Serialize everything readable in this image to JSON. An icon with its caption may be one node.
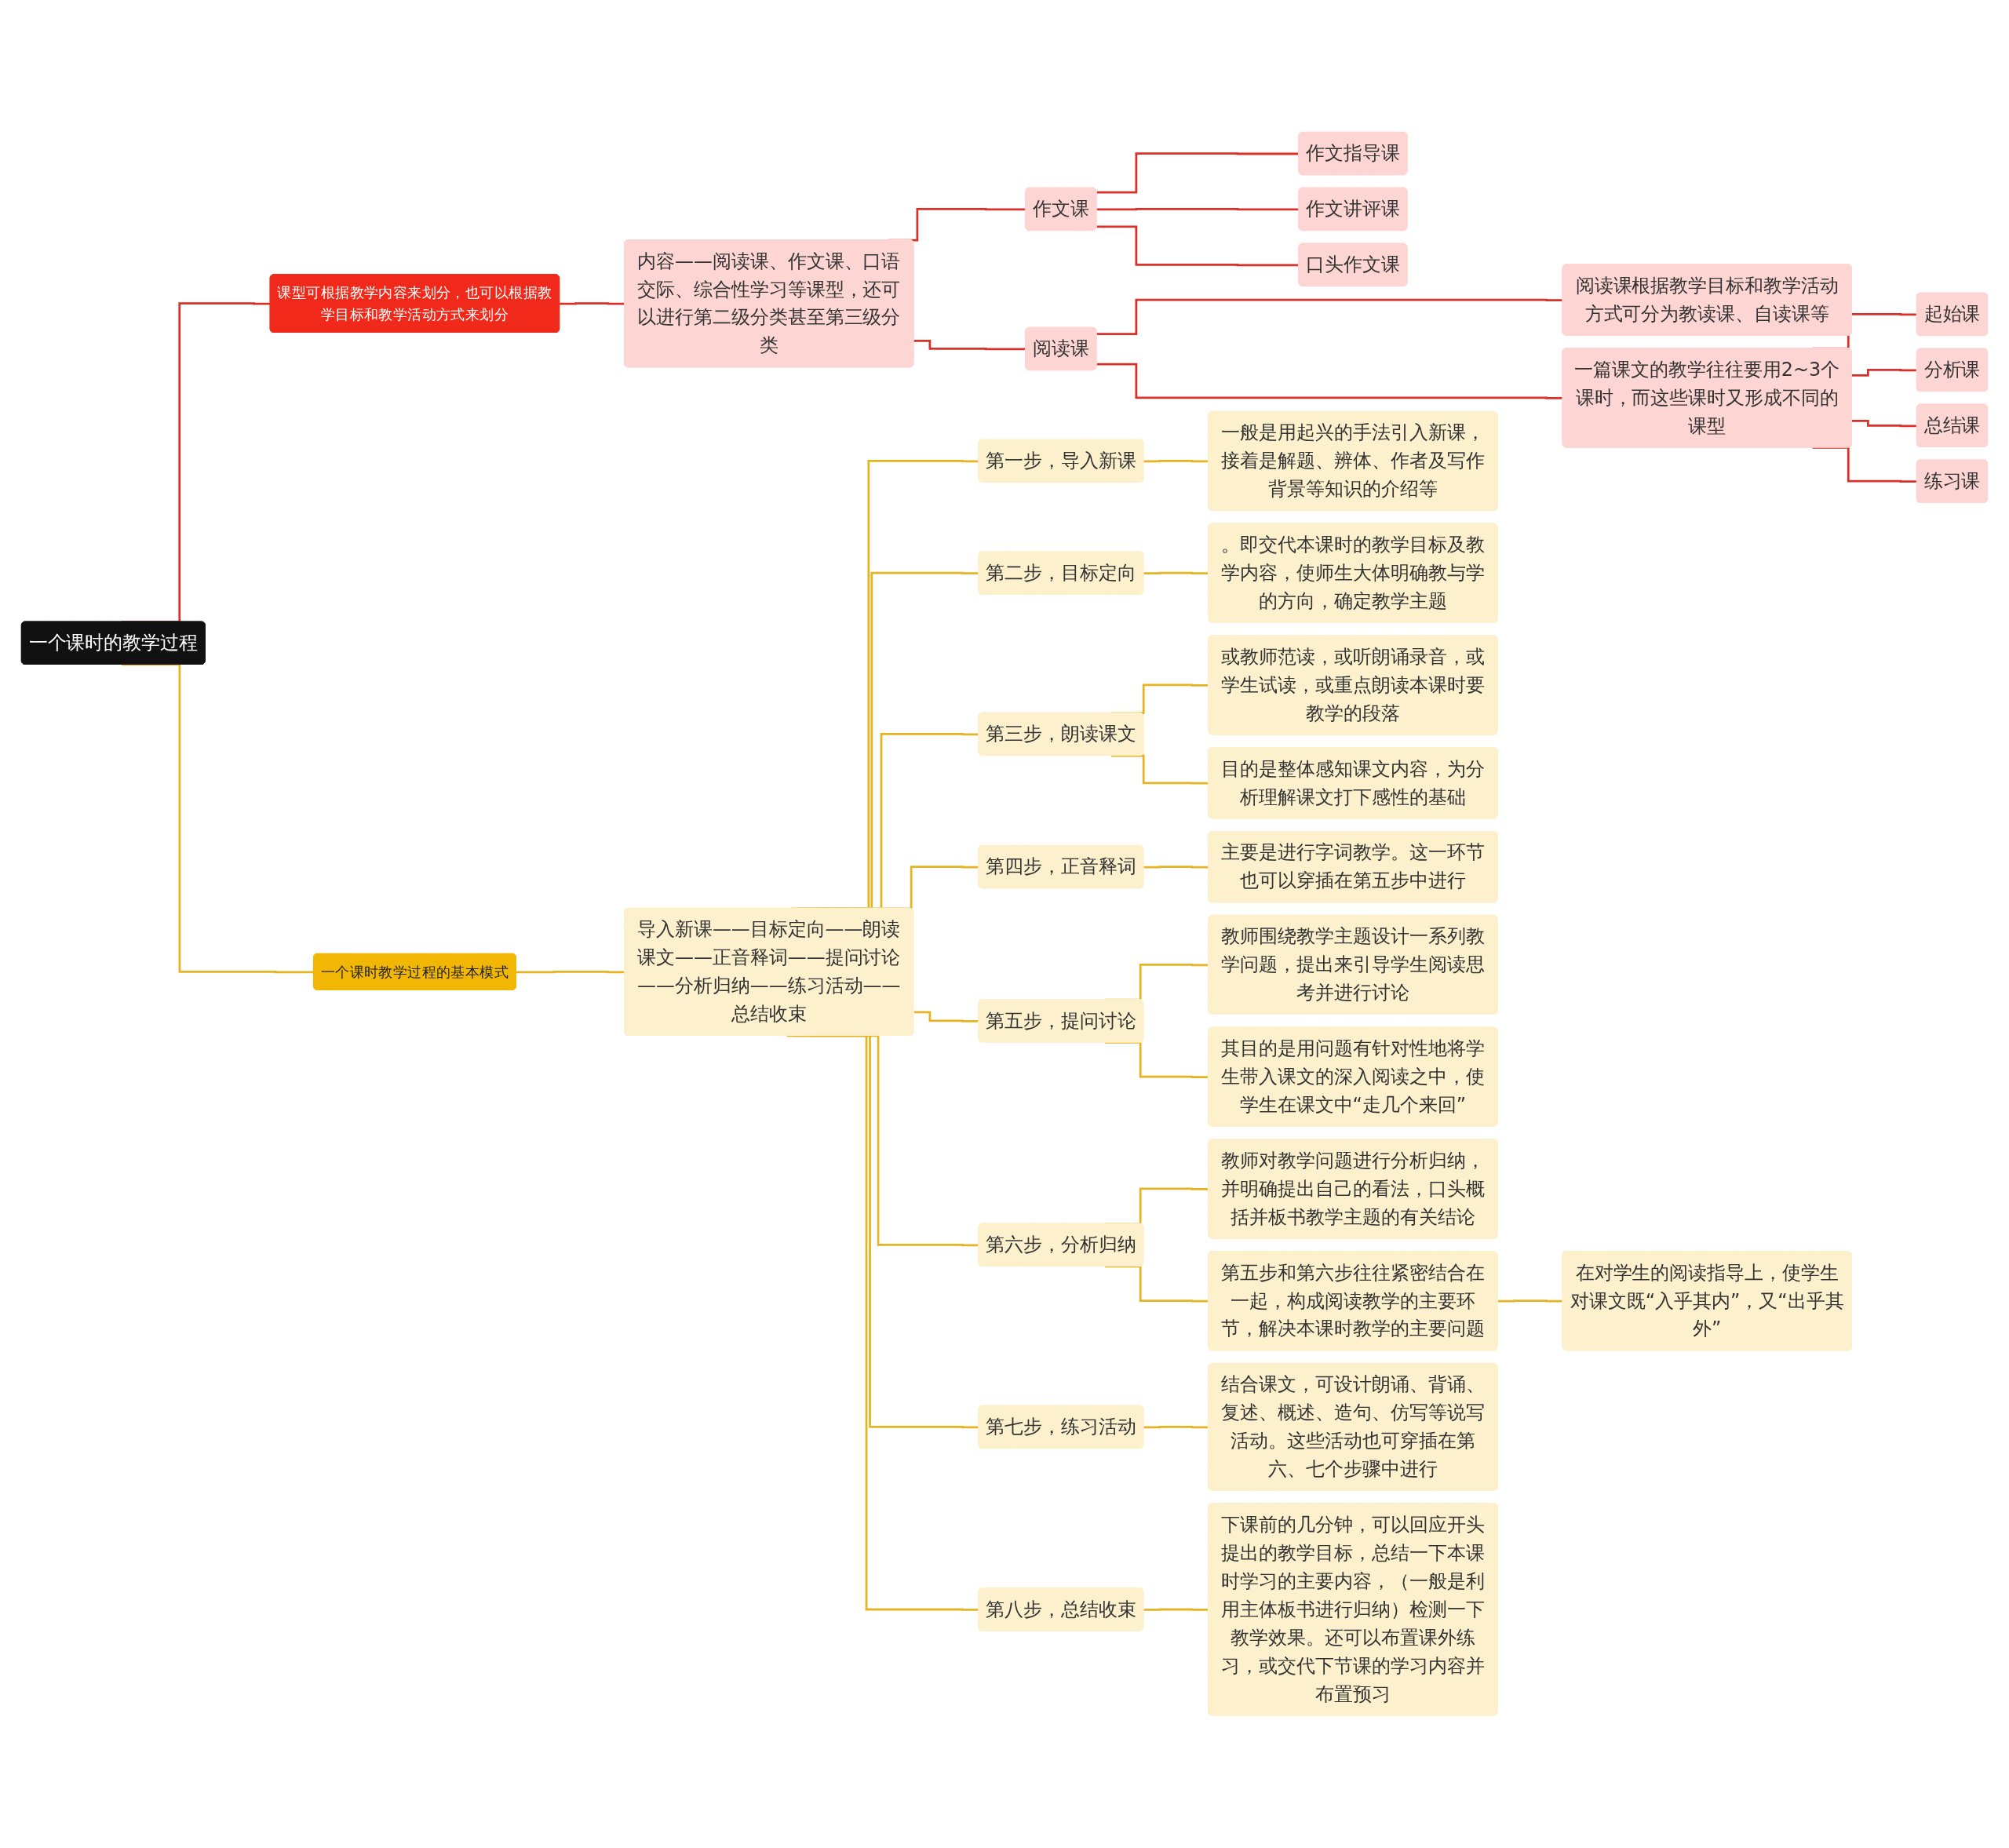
{
  "diagram": {
    "nodes": [
      {
        "text": [
          "一个课时的教学过程"
        ]
      },
      {
        "text": [
          "课型可根据教学内容来划分，也可以根据教学目标和教学活动方式来划分"
        ]
      },
      {
        "text": [
          "内容——阅读课、作文课、口语交际、综合性学习等课型，还可以进行第二级分类甚至第三级分类"
        ]
      },
      {
        "text": [
          "作文课"
        ]
      },
      {
        "text": [
          "作文指导课"
        ]
      },
      {
        "text": [
          "作文讲评课"
        ]
      },
      {
        "text": [
          "口头作文课"
        ]
      },
      {
        "text": [
          "阅读课"
        ]
      },
      {
        "text": [
          "阅读课根据教学目标和教学活动方式可分为教读课、自读课等"
        ]
      },
      {
        "text": [
          "一篇课文的教学往往要用2~3个课时，而这些课时又形成不同的课型"
        ]
      },
      {
        "text": [
          "起始课"
        ]
      },
      {
        "text": [
          "分析课"
        ]
      },
      {
        "text": [
          "总结课"
        ]
      },
      {
        "text": [
          "练习课"
        ]
      },
      {
        "text": [
          "一个课时教学过程的基本模式"
        ]
      },
      {
        "text": [
          "导入新课——目标定向——朗读课文——正音释词——提问讨论——分析归纳——练习活动——总结收束"
        ]
      },
      {
        "text": [
          "第一步，导入新课"
        ]
      },
      {
        "text": [
          "一般是用起兴的手法引入新课，接着是解题、辨体、作者及写作背景等知识的介绍等"
        ]
      },
      {
        "text": [
          "第二步，目标定向"
        ]
      },
      {
        "text": [
          "。即交代本课时的教学目标及教学内容，使师生大体明确教与学的方向，确定教学主题"
        ]
      },
      {
        "text": [
          "第三步，朗读课文"
        ]
      },
      {
        "text": [
          "或教师范读，或听朗诵录音，或学生试读，或重点朗读本课时要教学的段落"
        ]
      },
      {
        "text": [
          "目的是整体感知课文内容，为分析理解课文打下感性的基础"
        ]
      },
      {
        "text": [
          "第四步，正音释词"
        ]
      },
      {
        "text": [
          "主要是进行字词教学。这一环节也可以穿插在第五步中进行"
        ]
      },
      {
        "text": [
          "第五步，提问讨论"
        ]
      },
      {
        "text": [
          "教师围绕教学主题设计一系列教学问题，提出来引导学生阅读思考并进行讨论"
        ]
      },
      {
        "text": [
          "其目的是用问题有针对性地将学生带入课文的深入阅读之中，使学生在课文中“走几个来回”"
        ]
      },
      {
        "text": [
          "第六步，分析归纳"
        ]
      },
      {
        "text": [
          "教师对教学问题进行分析归纳，并明确提出自己的看法，口头概括并板书教学主题的有关结论"
        ]
      },
      {
        "text": [
          "第五步和第六步往往紧密结合在一起，构成阅读教学的主要环节，解决本课时教学的主要问题"
        ]
      },
      {
        "text": [
          "在对学生的阅读指导上，使学生对课文既“入乎其内”，又“出乎其外”"
        ]
      },
      {
        "text": [
          "第七步，练习活动"
        ]
      },
      {
        "text": [
          "结合课文，可设计朗诵、背诵、复述、概述、造句、仿写等说写活动。这些活动也可穿插在第六、七个步骤中进行"
        ]
      },
      {
        "text": [
          "第八步，总结收束"
        ]
      },
      {
        "text": [
          "下课前的几分钟，可以回应开头提出的教学目标，总结一下本课时学习的主要内容，（一般是利用主体板书进行归纳）检测一下教学效果。还可以布置课外练习，或交代下节课的学习内容并布置预习"
        ]
      }
    ],
    "edges": [
      {
        "from": 0,
        "to": 1,
        "arrow": "none",
        "color": "#d9302a"
      },
      {
        "from": 1,
        "to": 2,
        "arrow": "none",
        "color": "#d9302a"
      },
      {
        "from": 2,
        "to": 3,
        "arrow": "none",
        "color": "#d9302a"
      },
      {
        "from": 3,
        "to": 4,
        "arrow": "none",
        "color": "#d9302a"
      },
      {
        "from": 3,
        "to": 5,
        "arrow": "none",
        "color": "#d9302a"
      },
      {
        "from": 3,
        "to": 6,
        "arrow": "none",
        "color": "#d9302a"
      },
      {
        "from": 2,
        "to": 7,
        "arrow": "none",
        "color": "#d9302a"
      },
      {
        "from": 7,
        "to": 8,
        "arrow": "none",
        "color": "#d9302a"
      },
      {
        "from": 7,
        "to": 9,
        "arrow": "none",
        "color": "#d9302a"
      },
      {
        "from": 9,
        "to": 10,
        "arrow": "none",
        "color": "#d9302a"
      },
      {
        "from": 9,
        "to": 11,
        "arrow": "none",
        "color": "#d9302a"
      },
      {
        "from": 9,
        "to": 12,
        "arrow": "none",
        "color": "#d9302a"
      },
      {
        "from": 9,
        "to": 13,
        "arrow": "none",
        "color": "#d9302a"
      },
      {
        "from": 0,
        "to": 14,
        "arrow": "none"
      },
      {
        "from": 14,
        "to": 15,
        "arrow": "none"
      },
      {
        "from": 15,
        "to": 16,
        "arrow": "none"
      },
      {
        "from": 16,
        "to": 17,
        "arrow": "none"
      },
      {
        "from": 15,
        "to": 18,
        "arrow": "none"
      },
      {
        "from": 18,
        "to": 19,
        "arrow": "none"
      },
      {
        "from": 15,
        "to": 20,
        "arrow": "none"
      },
      {
        "from": 20,
        "to": 21,
        "arrow": "none"
      },
      {
        "from": 20,
        "to": 22,
        "arrow": "none"
      },
      {
        "from": 15,
        "to": 23,
        "arrow": "none"
      },
      {
        "from": 23,
        "to": 24,
        "arrow": "none"
      },
      {
        "from": 15,
        "to": 25,
        "arrow": "none"
      },
      {
        "from": 25,
        "to": 26,
        "arrow": "none"
      },
      {
        "from": 25,
        "to": 27,
        "arrow": "none"
      },
      {
        "from": 15,
        "to": 28,
        "arrow": "none"
      },
      {
        "from": 28,
        "to": 29,
        "arrow": "none"
      },
      {
        "from": 28,
        "to": 30,
        "arrow": "none"
      },
      {
        "from": 30,
        "to": 31,
        "arrow": "none"
      },
      {
        "from": 15,
        "to": 32,
        "arrow": "none"
      },
      {
        "from": 32,
        "to": 33,
        "arrow": "none"
      },
      {
        "from": 15,
        "to": 34,
        "arrow": "none"
      },
      {
        "from": 34,
        "to": 35,
        "arrow": "none"
      }
    ]
  }
}
